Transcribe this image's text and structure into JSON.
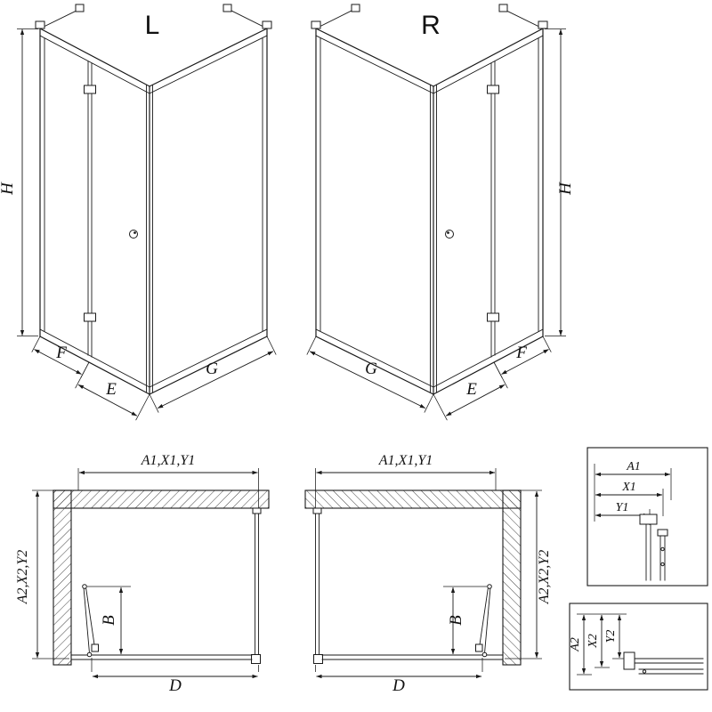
{
  "elevation_left": {
    "variant": "L",
    "h": "H",
    "f": "F",
    "e": "E",
    "g": "G"
  },
  "elevation_right": {
    "variant": "R",
    "h": "H",
    "f": "F",
    "e": "E",
    "g": "G"
  },
  "plan_left": {
    "a1x1y1": "A1,X1,Y1",
    "a2x2y2": "A2,X2,Y2",
    "b": "B",
    "d": "D"
  },
  "plan_right": {
    "a1x1y1": "A1,X1,Y1",
    "a2x2y2": "A2,X2,Y2",
    "b": "B",
    "d": "D"
  },
  "detail_width": {
    "a1": "A1",
    "x1": "X1",
    "y1": "Y1"
  },
  "detail_depth": {
    "a2": "A2",
    "x2": "X2",
    "y2": "Y2"
  },
  "colors": {
    "line": "#1a1a1a",
    "background": "#ffffff"
  }
}
